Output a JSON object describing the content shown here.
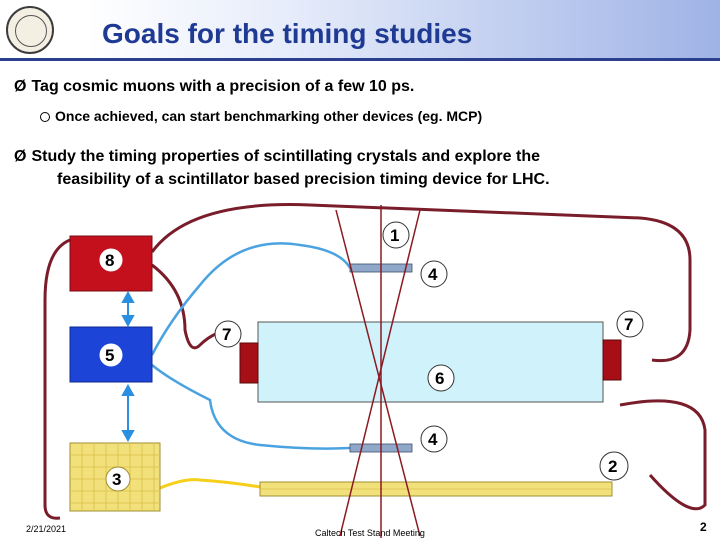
{
  "slide": {
    "title": "Goals for the timing studies",
    "bullets": [
      {
        "text": "Tag cosmic muons with a precision of a few 10 ps.",
        "sub": "Once achieved, can start benchmarking other devices (eg. MCP)"
      },
      {
        "line1": "Study the timing properties of scintillating crystals and explore the",
        "line2": "feasibility of a scintillator based precision timing device for LHC."
      }
    ],
    "bullet_marker": "Ø",
    "sub_marker": "¡"
  },
  "diagram": {
    "labels": {
      "box_top": "8",
      "box_mid": "5",
      "box_bottom": "3",
      "counter_top": "1",
      "scint_upper": "4",
      "crystal_left": "7",
      "crystal_right": "7",
      "crystal_center": "6",
      "scint_lower": "4",
      "bar_bottom": "2"
    },
    "colors": {
      "box_top": "#c3101c",
      "box_mid": "#1c44d6",
      "box_bottom": "#f2e07a",
      "crystal": "#cff2fb",
      "pmt": "#a50f15",
      "cable_dark": "#7a1d2a",
      "cable_blue": "#4aa3e0",
      "cable_yellow": "#f5cf1a",
      "muon_track": "#8c1a22",
      "scintillator": "#8fa7c8"
    }
  },
  "footer": {
    "date": "2/21/2021",
    "center": "Caltech Test Stand Meeting",
    "page": "2"
  }
}
